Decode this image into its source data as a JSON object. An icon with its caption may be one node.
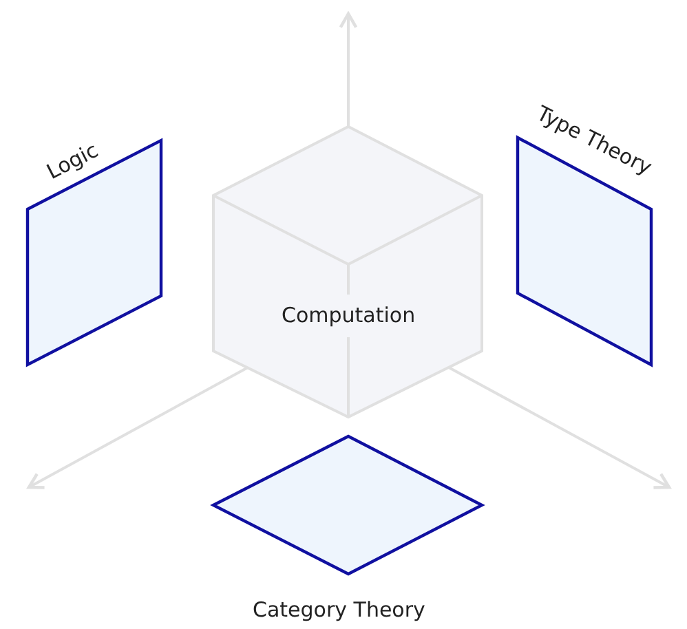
{
  "diagram": {
    "nodes": [
      {
        "text": [
          "Computation"
        ]
      },
      {
        "text": [
          "Logic"
        ]
      },
      {
        "text": [
          "Type Theory"
        ]
      },
      {
        "text": [
          "Category Theory"
        ]
      }
    ]
  }
}
